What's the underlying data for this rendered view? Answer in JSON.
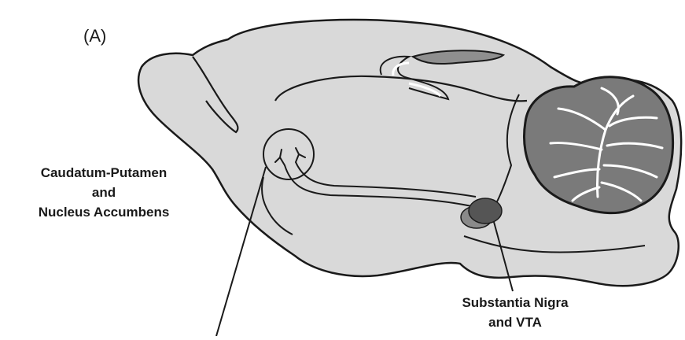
{
  "figure": {
    "panel_label": "(A)",
    "region_striatum": {
      "line1": "Caudatum-Putamen",
      "line2": "and",
      "line3": "Nucleus Accumbens"
    },
    "region_midbrain": {
      "line1": "Substantia Nigra",
      "line2": "and VTA"
    }
  },
  "colors": {
    "brain_fill": "#d9d9d9",
    "outline": "#1a1a1a",
    "cerebellum_dark": "#7a7a7a",
    "hippocampus": "#8f8f8f",
    "substantia_nigra": "#555555",
    "vta": "#8a8a8a"
  }
}
